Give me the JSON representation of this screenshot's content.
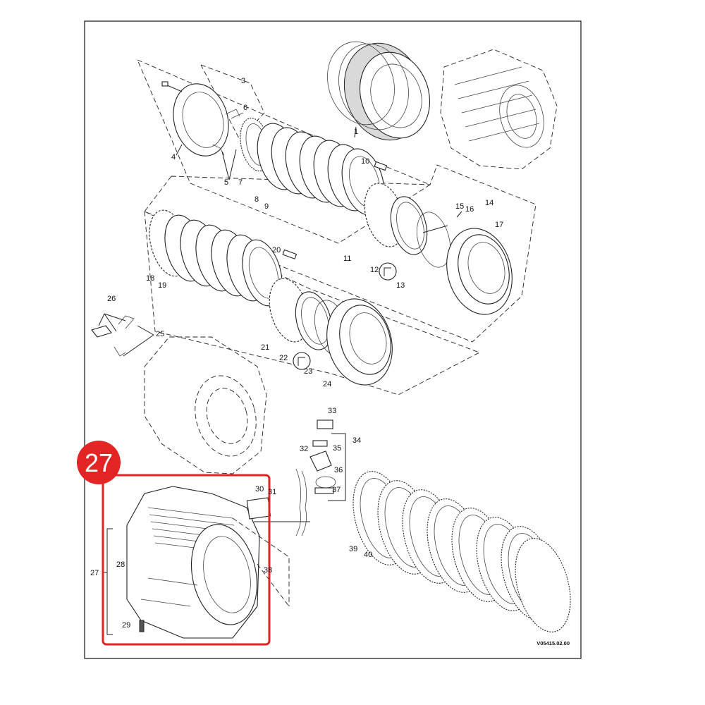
{
  "diagram": {
    "drawing_code": "V05415.02.00",
    "labels": [
      "1",
      "3",
      "4",
      "5",
      "6",
      "7",
      "8",
      "9",
      "10",
      "11",
      "12",
      "13",
      "14",
      "15",
      "16",
      "17",
      "18",
      "19",
      "20",
      "21",
      "22",
      "23",
      "24",
      "25",
      "26",
      "27",
      "28",
      "29",
      "30",
      "31",
      "32",
      "33",
      "34",
      "35",
      "36",
      "37",
      "38",
      "39",
      "40"
    ]
  },
  "callout": {
    "number": "27",
    "color": "#e32424",
    "highlight_color": "#e32424"
  }
}
